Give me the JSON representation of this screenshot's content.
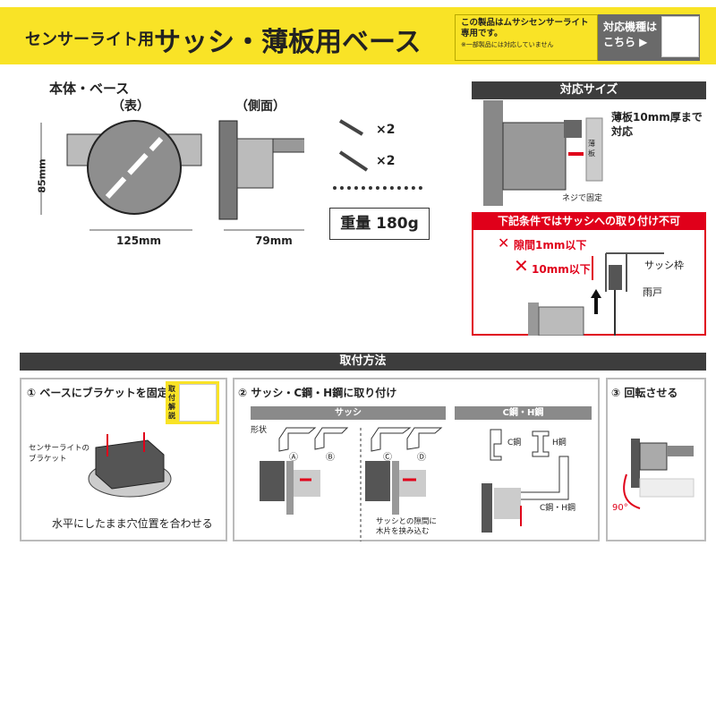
{
  "header": {
    "subtitle": "センサーライト用",
    "title": "サッシ・薄板用ベース",
    "note_line1": "この製品はムサシセンサーライト",
    "note_line2": "専用です。",
    "note_small": "※一部製品には対応していません",
    "compat_line1": "対応機種は",
    "compat_line2": "こちら ▶"
  },
  "body": {
    "heading": "本体・ベース",
    "front_label": "（表）",
    "side_label": "（側面）",
    "height_dim": "85mm",
    "width_dim": "125mm",
    "depth_dim": "79mm",
    "screw_qty_1": "×2",
    "screw_qty_2": "×2",
    "weight": "重量 180g"
  },
  "size": {
    "heading": "対応サイズ",
    "spec_line1": "薄板10mm厚まで",
    "spec_line2": "対応",
    "plate_label": "薄板",
    "screw_note": "ネジで固定"
  },
  "warning": {
    "heading": "下記条件ではサッシへの取り付け不可",
    "gap": "隙間1mm以下",
    "depth": "10mm以下",
    "sash_frame": "サッシ枠",
    "shutter": "雨戸",
    "x_mark": "✕"
  },
  "install": {
    "heading": "取付方法",
    "step1": {
      "num": "①",
      "title": "ベースにブラケットを固定",
      "qr_label": "取付解説",
      "bracket_label_1": "センサーライトの",
      "bracket_label_2": "ブラケット",
      "caption": "水平にしたまま穴位置を合わせる"
    },
    "step2": {
      "num": "②",
      "title": "サッシ・C鋼・H鋼に取り付け",
      "sash_bar": "サッシ",
      "steel_bar": "C鋼・H鋼",
      "shape_label": "形状",
      "shapes": [
        "Ⓐ",
        "Ⓑ",
        "Ⓒ",
        "Ⓓ"
      ],
      "c_steel": "C鋼",
      "h_steel": "H鋼",
      "steel_label": "C鋼・H鋼",
      "gap_note_1": "サッシとの隙間に",
      "gap_note_2": "木片を挟み込む"
    },
    "step3": {
      "num": "③",
      "title": "回転させる",
      "angle": "90°"
    }
  },
  "colors": {
    "yellow": "#f9e326",
    "red": "#e0001a",
    "dark": "#3d3d3d"
  }
}
